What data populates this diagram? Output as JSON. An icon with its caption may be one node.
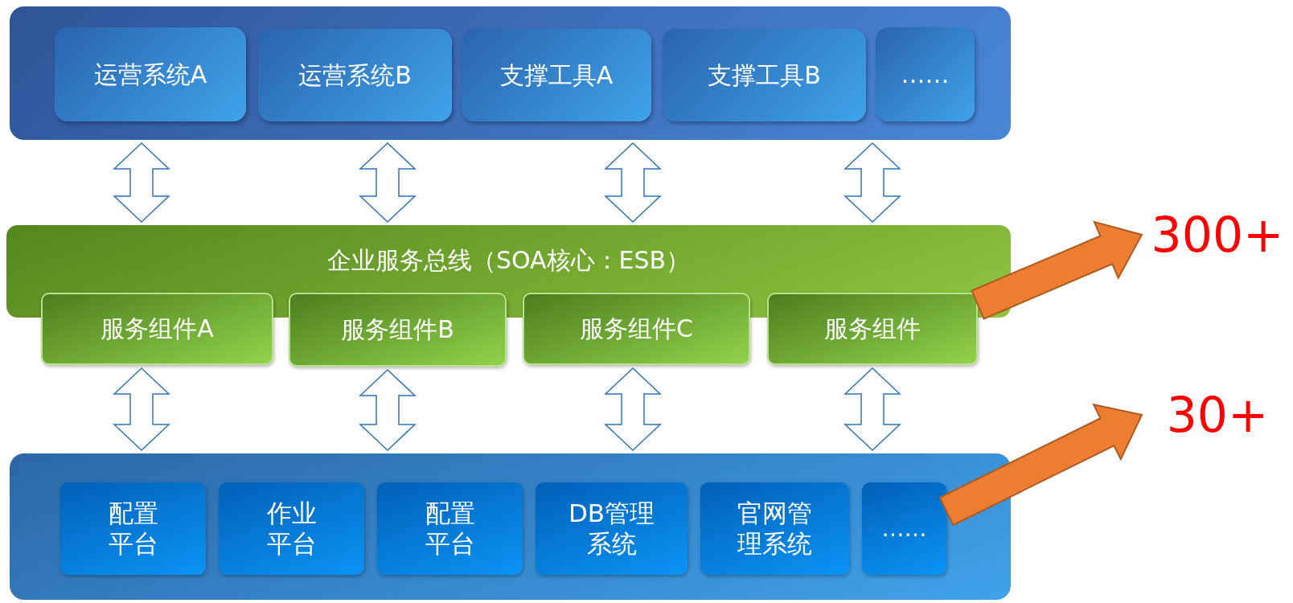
{
  "diagram": {
    "nodes": [
      {
        "text": [],
        "shape": "box"
      },
      {
        "text": [
          "运营系统A"
        ],
        "in": 0
      },
      {
        "text": [
          "运营系统B"
        ],
        "in": 0
      },
      {
        "text": [
          "支撑工具A"
        ],
        "in": 0
      },
      {
        "text": [
          "支撑工具B"
        ],
        "in": 0
      },
      {
        "text": [
          "……"
        ],
        "in": 0
      },
      {
        "text": [
          "企业服务总线（SOA核心：ESB）"
        ]
      },
      {
        "text": [
          "服务组件A"
        ]
      },
      {
        "text": [
          "服务组件B"
        ]
      },
      {
        "text": [
          "服务组件C"
        ]
      },
      {
        "text": [
          "服务组件"
        ]
      },
      {
        "text": [],
        "shape": "box"
      },
      {
        "text": [
          "配置平台"
        ],
        "in": 11
      },
      {
        "text": [
          "作业平台"
        ],
        "in": 11
      },
      {
        "text": [
          "配置平台"
        ],
        "in": 11
      },
      {
        "text": [
          "DB管理系统"
        ],
        "in": 11
      },
      {
        "text": [
          "官网管理系统"
        ],
        "in": 11
      },
      {
        "text": [
          "……"
        ],
        "in": 11
      },
      {
        "text": [
          "300+"
        ]
      },
      {
        "text": [
          "30+"
        ]
      }
    ],
    "edges": [
      {
        "from": 0,
        "to": 6,
        "arrow": "both"
      },
      {
        "from": 0,
        "to": 6,
        "arrow": "both"
      },
      {
        "from": 0,
        "to": 6,
        "arrow": "both"
      },
      {
        "from": 0,
        "to": 6,
        "arrow": "both"
      },
      {
        "from": 7,
        "to": 11,
        "arrow": "both"
      },
      {
        "from": 8,
        "to": 11,
        "arrow": "both"
      },
      {
        "from": 9,
        "to": 11,
        "arrow": "both"
      },
      {
        "from": 10,
        "to": 11,
        "arrow": "both"
      },
      {
        "from": 10,
        "to": 18,
        "arrow": "to",
        "style": "thick",
        "color": "#ed7d31"
      },
      {
        "from": 17,
        "to": 19,
        "arrow": "to",
        "style": "thick",
        "color": "#ed7d31"
      }
    ]
  }
}
